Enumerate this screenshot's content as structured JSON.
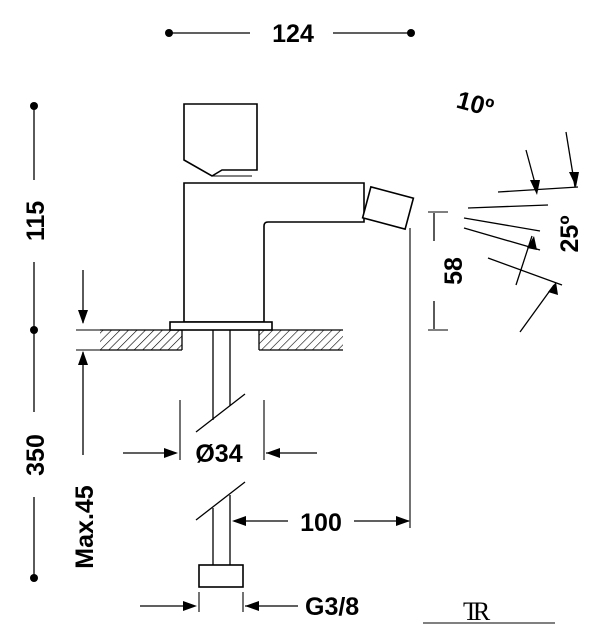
{
  "dimensions": {
    "overall_width": "124",
    "height_upper": "115",
    "height_total": "350",
    "outlet_height": "58",
    "max_thickness": "Max.45",
    "hole_diameter": "Ø34",
    "reach": "100",
    "connection": "G3/8",
    "angle_handle": "10º",
    "angle_spout": "25º"
  },
  "brand": {
    "logo_text": "TR"
  }
}
